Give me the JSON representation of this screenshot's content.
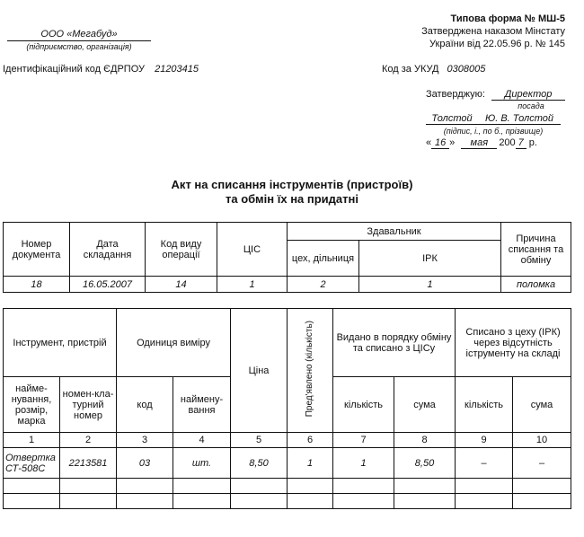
{
  "header": {
    "organization": "ООО «Мегабуд»",
    "organization_caption": "(підприємство, організація)",
    "form_title": "Типова форма № МШ-5",
    "approved_line1": "Затверджена наказом Мінстату",
    "approved_line2": "України від 22.05.96 р. № 145",
    "edrpou_label": "Ідентифікаційний код ЄДРПОУ",
    "edrpou_value": "21203415",
    "ukud_label": "Код за УКУД",
    "ukud_value": "0308005"
  },
  "approval": {
    "label": "Затверджую:",
    "position_value": "Директор",
    "position_caption": "посада",
    "signature_value": "Толстой",
    "name_value": "Ю. В. Толстой",
    "signature_caption": "(підпис, і., по б., прізвище)",
    "quote_open": "«",
    "day": "16",
    "quote_close": "»",
    "month": "мая",
    "year_prefix": "200",
    "year_digit": "7",
    "year_suffix": "р."
  },
  "document_title": {
    "line1": "Акт на списання інструментів (пристроїв)",
    "line2": "та обмін їх на придатні"
  },
  "table1": {
    "headers": {
      "doc_number": "Номер документа",
      "date": "Дата складання",
      "op_code": "Код виду операції",
      "cis": "ЦІС",
      "sender": "Здавальник",
      "workshop": "цех, дільниця",
      "irk": "ІРК",
      "reason": "Причина списання та обміну"
    },
    "row": {
      "doc_number": "18",
      "date": "16.05.2007",
      "op_code": "14",
      "cis": "1",
      "workshop": "2",
      "irk": "1",
      "reason": "поломка"
    }
  },
  "table2": {
    "headers": {
      "instrument": "Інструмент, пристрій",
      "unit": "Одиниця виміру",
      "price": "Ціна",
      "presented": "Пред'явлено (кількість)",
      "issued": "Видано в порядку обміну та списано з ЦІСу",
      "written_off": "Списано з цеху (ІРК) через відсутність іструменту на складі",
      "name_size": "найме-нування, розмір, марка",
      "nomenclature": "номен-кла-турний номер",
      "unit_code": "код",
      "unit_name": "наймену-вання",
      "issued_qty": "кількість",
      "issued_sum": "сума",
      "written_qty": "кількість",
      "written_sum": "сума"
    },
    "col_numbers": [
      "1",
      "2",
      "3",
      "4",
      "5",
      "6",
      "7",
      "8",
      "9",
      "10"
    ],
    "row": {
      "name": "Отвертка СТ-508С",
      "nomenclature": "2213581",
      "unit_code": "03",
      "unit_name": "шт.",
      "price": "8,50",
      "presented": "1",
      "issued_qty": "1",
      "issued_sum": "8,50",
      "written_qty": "–",
      "written_sum": "–"
    }
  }
}
